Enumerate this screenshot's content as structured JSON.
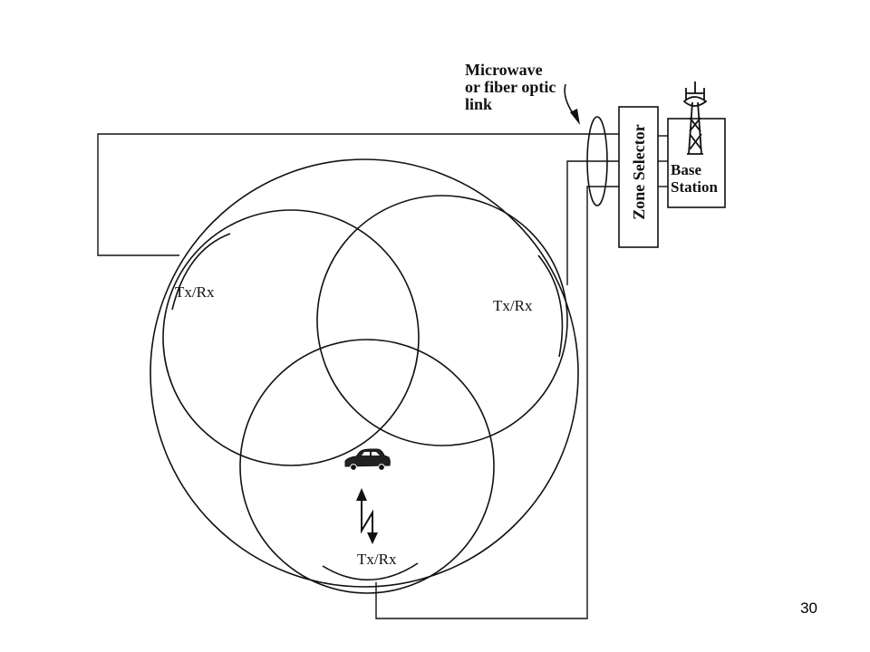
{
  "diagram": {
    "link_label": [
      "Microwave",
      "or fiber optic",
      "link"
    ],
    "zone_selector_label": "Zone Selector",
    "base_station_label": [
      "Base",
      "Station"
    ],
    "antenna_labels": {
      "left": "Tx/Rx",
      "right": "Tx/Rx",
      "bottom": "Tx/Rx"
    }
  },
  "page": {
    "number": "30"
  }
}
